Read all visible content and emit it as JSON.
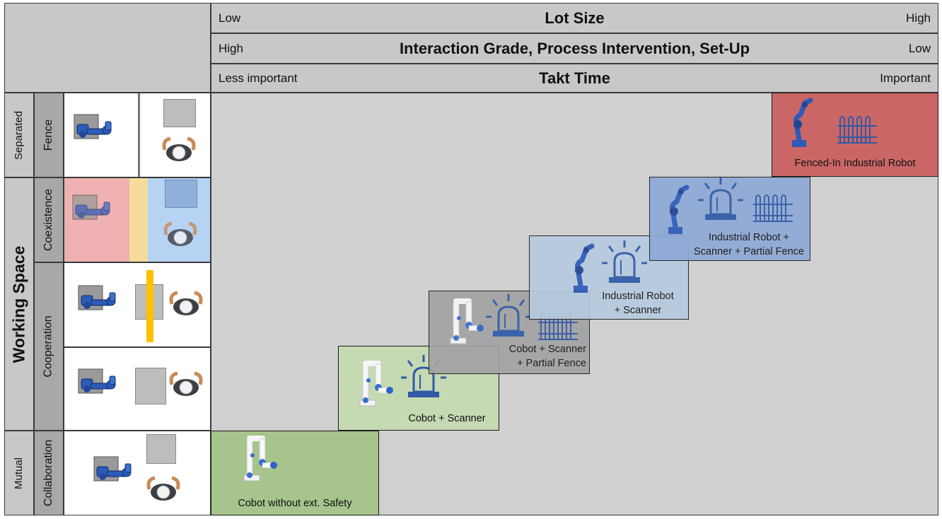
{
  "header": {
    "rows": [
      {
        "low": "Low",
        "title": "Lot Size",
        "high": "High"
      },
      {
        "low": "High",
        "title": "Interaction Grade, Process Intervention, Set-Up",
        "high": "Low"
      },
      {
        "low": "Less important",
        "title": "Takt Time",
        "high": "Important"
      }
    ]
  },
  "axis": {
    "title": "Working Space",
    "ends": {
      "top": "Separated",
      "bottom": "Mutual"
    },
    "levels": [
      "Fence",
      "Coexistence",
      "Cooperation",
      "Collaboration"
    ]
  },
  "stages": [
    {
      "label_lines": [
        "Cobot without ext. Safety"
      ],
      "color": "#a6c48c",
      "icons": [
        "cobot-icon"
      ]
    },
    {
      "label_lines": [
        "Cobot + Scanner"
      ],
      "color": "#c5d9b3",
      "icons": [
        "cobot-icon",
        "scanner-beacon-icon"
      ]
    },
    {
      "label_lines": [
        "Cobot + Scanner",
        "+ Partial Fence"
      ],
      "color": "#a3a3a3",
      "icons": [
        "cobot-icon",
        "scanner-beacon-icon",
        "fence-icon"
      ]
    },
    {
      "label_lines": [
        "Industrial Robot",
        "+ Scanner"
      ],
      "color": "#b7cbe0",
      "icons": [
        "industrial-robot-icon",
        "scanner-beacon-icon"
      ]
    },
    {
      "label_lines": [
        "Industrial Robot +",
        "Scanner + Partial Fence"
      ],
      "color": "#8ea9d6",
      "icons": [
        "industrial-robot-icon",
        "scanner-beacon-icon",
        "fence-icon"
      ]
    },
    {
      "label_lines": [
        "Fenced-In Industrial Robot"
      ],
      "color": "#cb6666",
      "icons": [
        "industrial-robot-icon",
        "fence-icon"
      ]
    }
  ],
  "colors": {
    "header_bg": "#c8c8c8",
    "plot_bg": "#d0d0d0",
    "robot_blue": "#2c5bb8",
    "icon_blue": "#2f5aa6",
    "coexistence_robot_zone": "#efb1b1",
    "coexistence_buffer": "#f5dc9a",
    "coexistence_human_zone": "#b6d3f4",
    "cooperation_barrier": "#ffc000"
  }
}
